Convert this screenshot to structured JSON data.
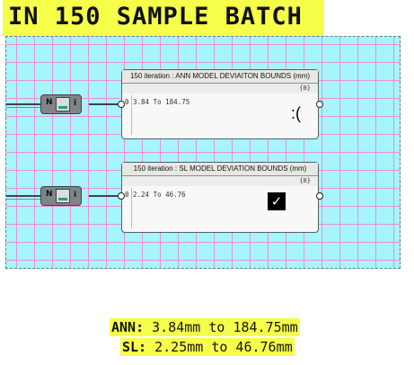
{
  "title": "IN 150 SAMPLE BATCH",
  "components": [
    {
      "input_label": "N",
      "output_label": "i"
    },
    {
      "input_label": "N",
      "output_label": "i"
    }
  ],
  "panels": [
    {
      "header": "150 iteration : ANN MODEL DEVIAITON BOUNDS (mm)",
      "path_index": "{0}",
      "row_index": "0",
      "row_value": "3.84 To 184.75",
      "reaction": ":("
    },
    {
      "header": "150 iteration : SL MODEL DEVIATION BOUNDS (mm)",
      "path_index": "{0}",
      "row_index": "0",
      "row_value": "2.24 To 46.76",
      "reaction": "✓"
    }
  ],
  "results": [
    {
      "label": "ANN:",
      "value": "3.84mm to 184.75mm"
    },
    {
      "label": "SL:",
      "value": "2.25mm to 46.76mm"
    }
  ],
  "colors": {
    "highlight": "#f6ff4a",
    "canvas": "#a5f5fa",
    "grid": "#e98fd7"
  }
}
